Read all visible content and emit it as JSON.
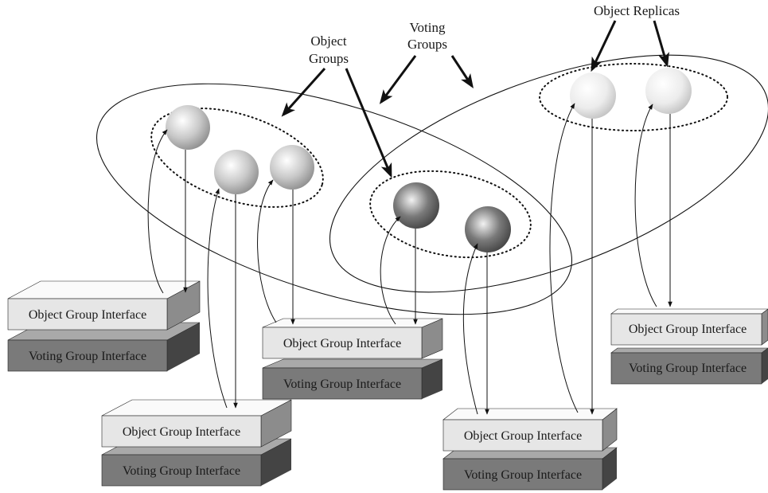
{
  "labels": {
    "object_groups": [
      "Object",
      "Groups"
    ],
    "voting_groups": [
      "Voting",
      "Groups"
    ],
    "object_replicas": "Object Replicas"
  },
  "stacks": [
    {
      "top": "Object Group Interface",
      "bottom": "Voting Group Interface"
    },
    {
      "top": "Object Group Interface",
      "bottom": "Voting Group Interface"
    },
    {
      "top": "Object Group Interface",
      "bottom": "Voting Group Interface"
    },
    {
      "top": "Object Group Interface",
      "bottom": "Voting Group Interface"
    },
    {
      "top": "Object Group Interface",
      "bottom": "Voting Group Interface"
    }
  ],
  "colors": {
    "object_interface_face": "#e6e6e6",
    "voting_interface_face": "#7a7a7a",
    "replica_light": "#e0e0e0",
    "replica_medium": "#b8b8b8",
    "replica_dark": "#555555"
  }
}
